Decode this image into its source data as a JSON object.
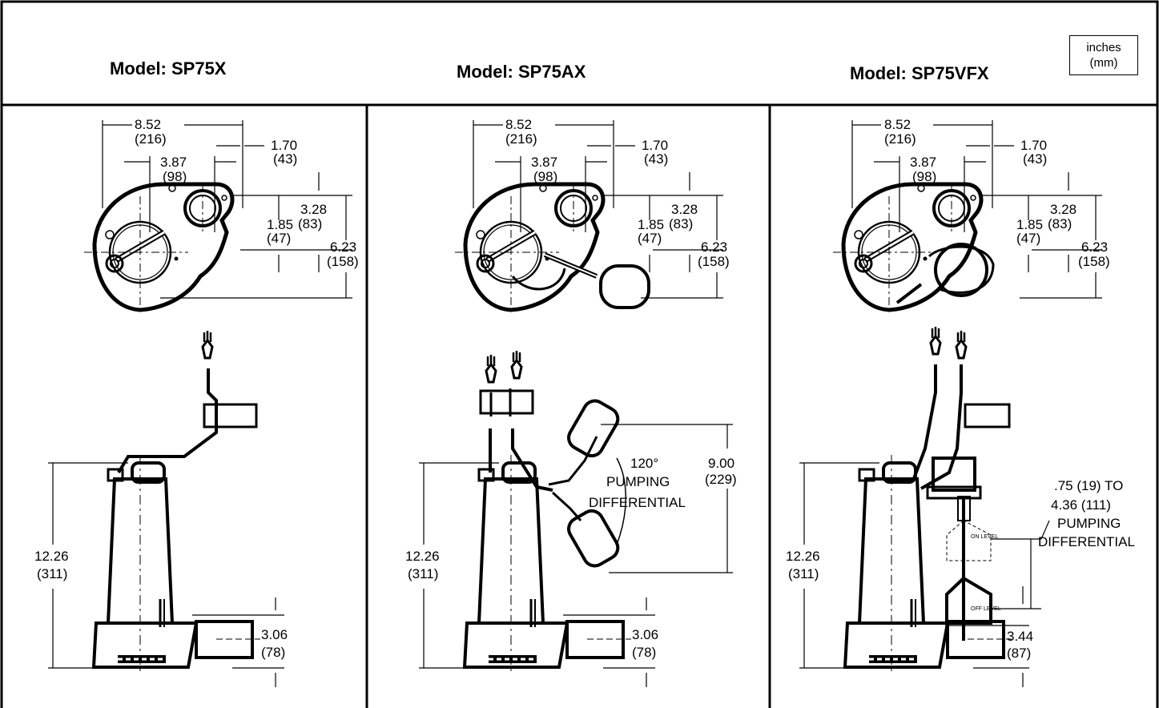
{
  "header": {
    "models": [
      "Model: SP75X",
      "Model: SP75AX",
      "Model: SP75VFX"
    ],
    "units": {
      "primary": "inches",
      "secondary": "(mm)"
    }
  },
  "plan_view_dims": {
    "width": "8.52",
    "width_mm": "(216)",
    "discharge_offset": "3.87",
    "discharge_offset_mm": "(98)",
    "discharge_to_edge": "1.70",
    "discharge_to_edge_mm": "(43)",
    "depth_a": "3.28",
    "depth_a_mm": "(83)",
    "depth_b": "1.85",
    "depth_b_mm": "(47)",
    "depth_total": "6.23",
    "depth_total_mm": "(158)"
  },
  "elevation_dims": {
    "height": "12.26",
    "height_mm": "(311)",
    "inlet_height": "3.06",
    "inlet_height_mm": "(78)",
    "vfx_inlet_height": "3.44",
    "vfx_inlet_height_mm": "(87)"
  },
  "tether_float": {
    "angle": "120°",
    "label1": "PUMPING",
    "label2": "DIFFERENTIAL",
    "span": "9.00",
    "span_mm": "(229)"
  },
  "vertical_float": {
    "range1": ".75 (19) TO",
    "range2": "4.36 (111)",
    "label1": "PUMPING",
    "label2": "DIFFERENTIAL",
    "on_label": "ON LEVEL",
    "off_label": "OFF LEVEL"
  }
}
